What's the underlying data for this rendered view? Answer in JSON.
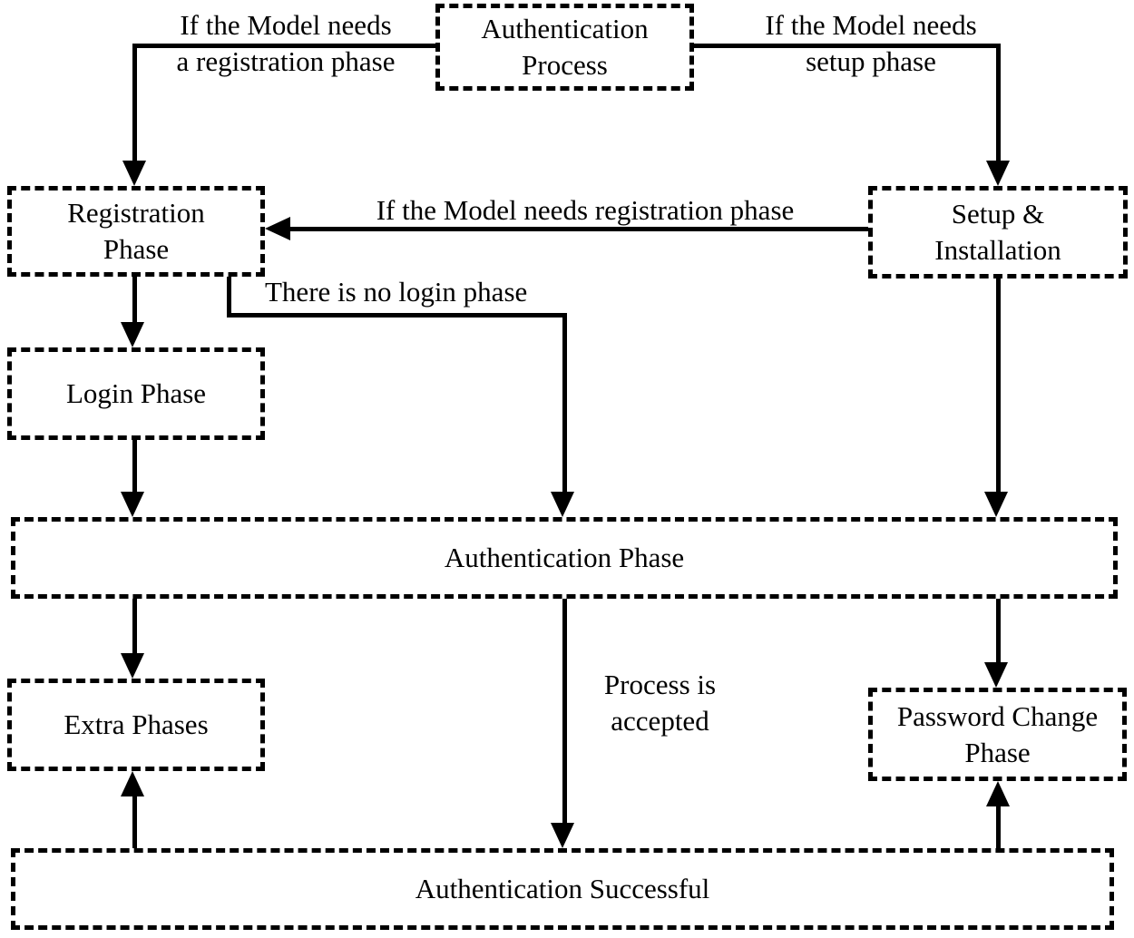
{
  "diagram": {
    "type": "flowchart",
    "background_color": "#ffffff",
    "line_color": "#000000",
    "nodes": {
      "auth_process": "Authentication\nProcess",
      "registration": "Registration\nPhase",
      "setup": "Setup &\nInstallation",
      "login": "Login Phase",
      "auth_phase": "Authentication Phase",
      "extra": "Extra Phases",
      "pwd_change": "Password Change\nPhase",
      "auth_success": "Authentication Successful"
    },
    "edge_labels": {
      "needs_registration": "If the Model needs\na registration phase",
      "needs_setup": "If the Model needs\nsetup phase",
      "needs_registration_phase": "If the Model needs registration phase",
      "no_login": "There is no login phase",
      "accepted": "Process is\naccepted"
    }
  }
}
